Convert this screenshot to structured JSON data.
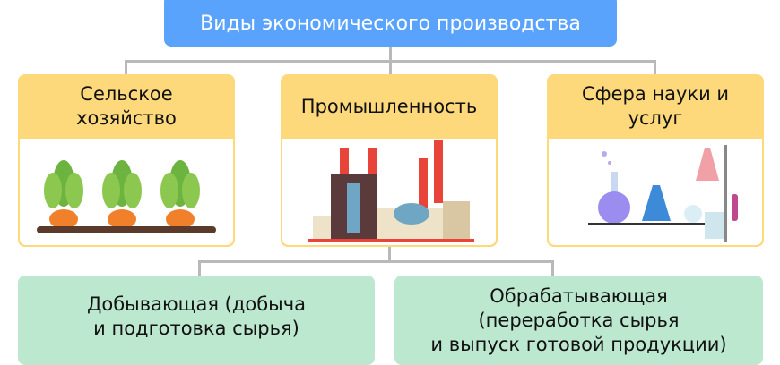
{
  "title": "Виды экономического производства",
  "categories": [
    {
      "label": "Сельское хозяйство",
      "icon": "carrots-icon"
    },
    {
      "label": "Промышленность",
      "icon": "factory-icon"
    },
    {
      "label": "Сфера науки и услуг",
      "icon": "lab-equipment-icon"
    }
  ],
  "industry_types": [
    {
      "line1": "Добывающая (добыча",
      "line2": "и подготовка сырья)"
    },
    {
      "line1": "Обрабатывающая",
      "line2": "(переработка сырья",
      "line3": "и выпуск готовой продукции)"
    }
  ],
  "colors": {
    "title": "#5aa3fd",
    "category": "#fdd97c",
    "type": "#bde8d0",
    "connector": "#b9b9b9"
  }
}
